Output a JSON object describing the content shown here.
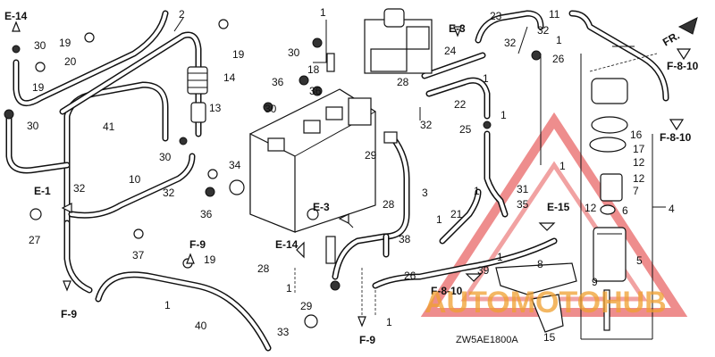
{
  "diagram": {
    "code": "ZW5AE1800A",
    "direction_label": "FR.",
    "refs": [
      "E-14",
      "E-3",
      "F-8-10",
      "F-8-10",
      "E-1",
      "E-3",
      "E-14",
      "F-9",
      "F-9",
      "E-15",
      "F-8-10",
      "F-9"
    ],
    "numbers": [
      "2",
      "1",
      "30",
      "19",
      "20",
      "19",
      "41",
      "30",
      "30",
      "32",
      "10",
      "27",
      "37",
      "36",
      "19",
      "19",
      "14",
      "13",
      "30",
      "18",
      "36",
      "30",
      "34",
      "36",
      "32",
      "29",
      "3",
      "28",
      "28",
      "38",
      "26",
      "29",
      "33",
      "40",
      "1",
      "1",
      "1",
      "1",
      "8",
      "39",
      "15",
      "5",
      "6",
      "4",
      "7",
      "12",
      "12",
      "17",
      "16",
      "12",
      "22",
      "1",
      "32",
      "25",
      "1",
      "31",
      "35",
      "21",
      "1",
      "24",
      "26",
      "23",
      "11",
      "32",
      "32",
      "1",
      "1",
      "9",
      "1",
      "28"
    ],
    "watermark": "AUTOMOTOHUB"
  }
}
